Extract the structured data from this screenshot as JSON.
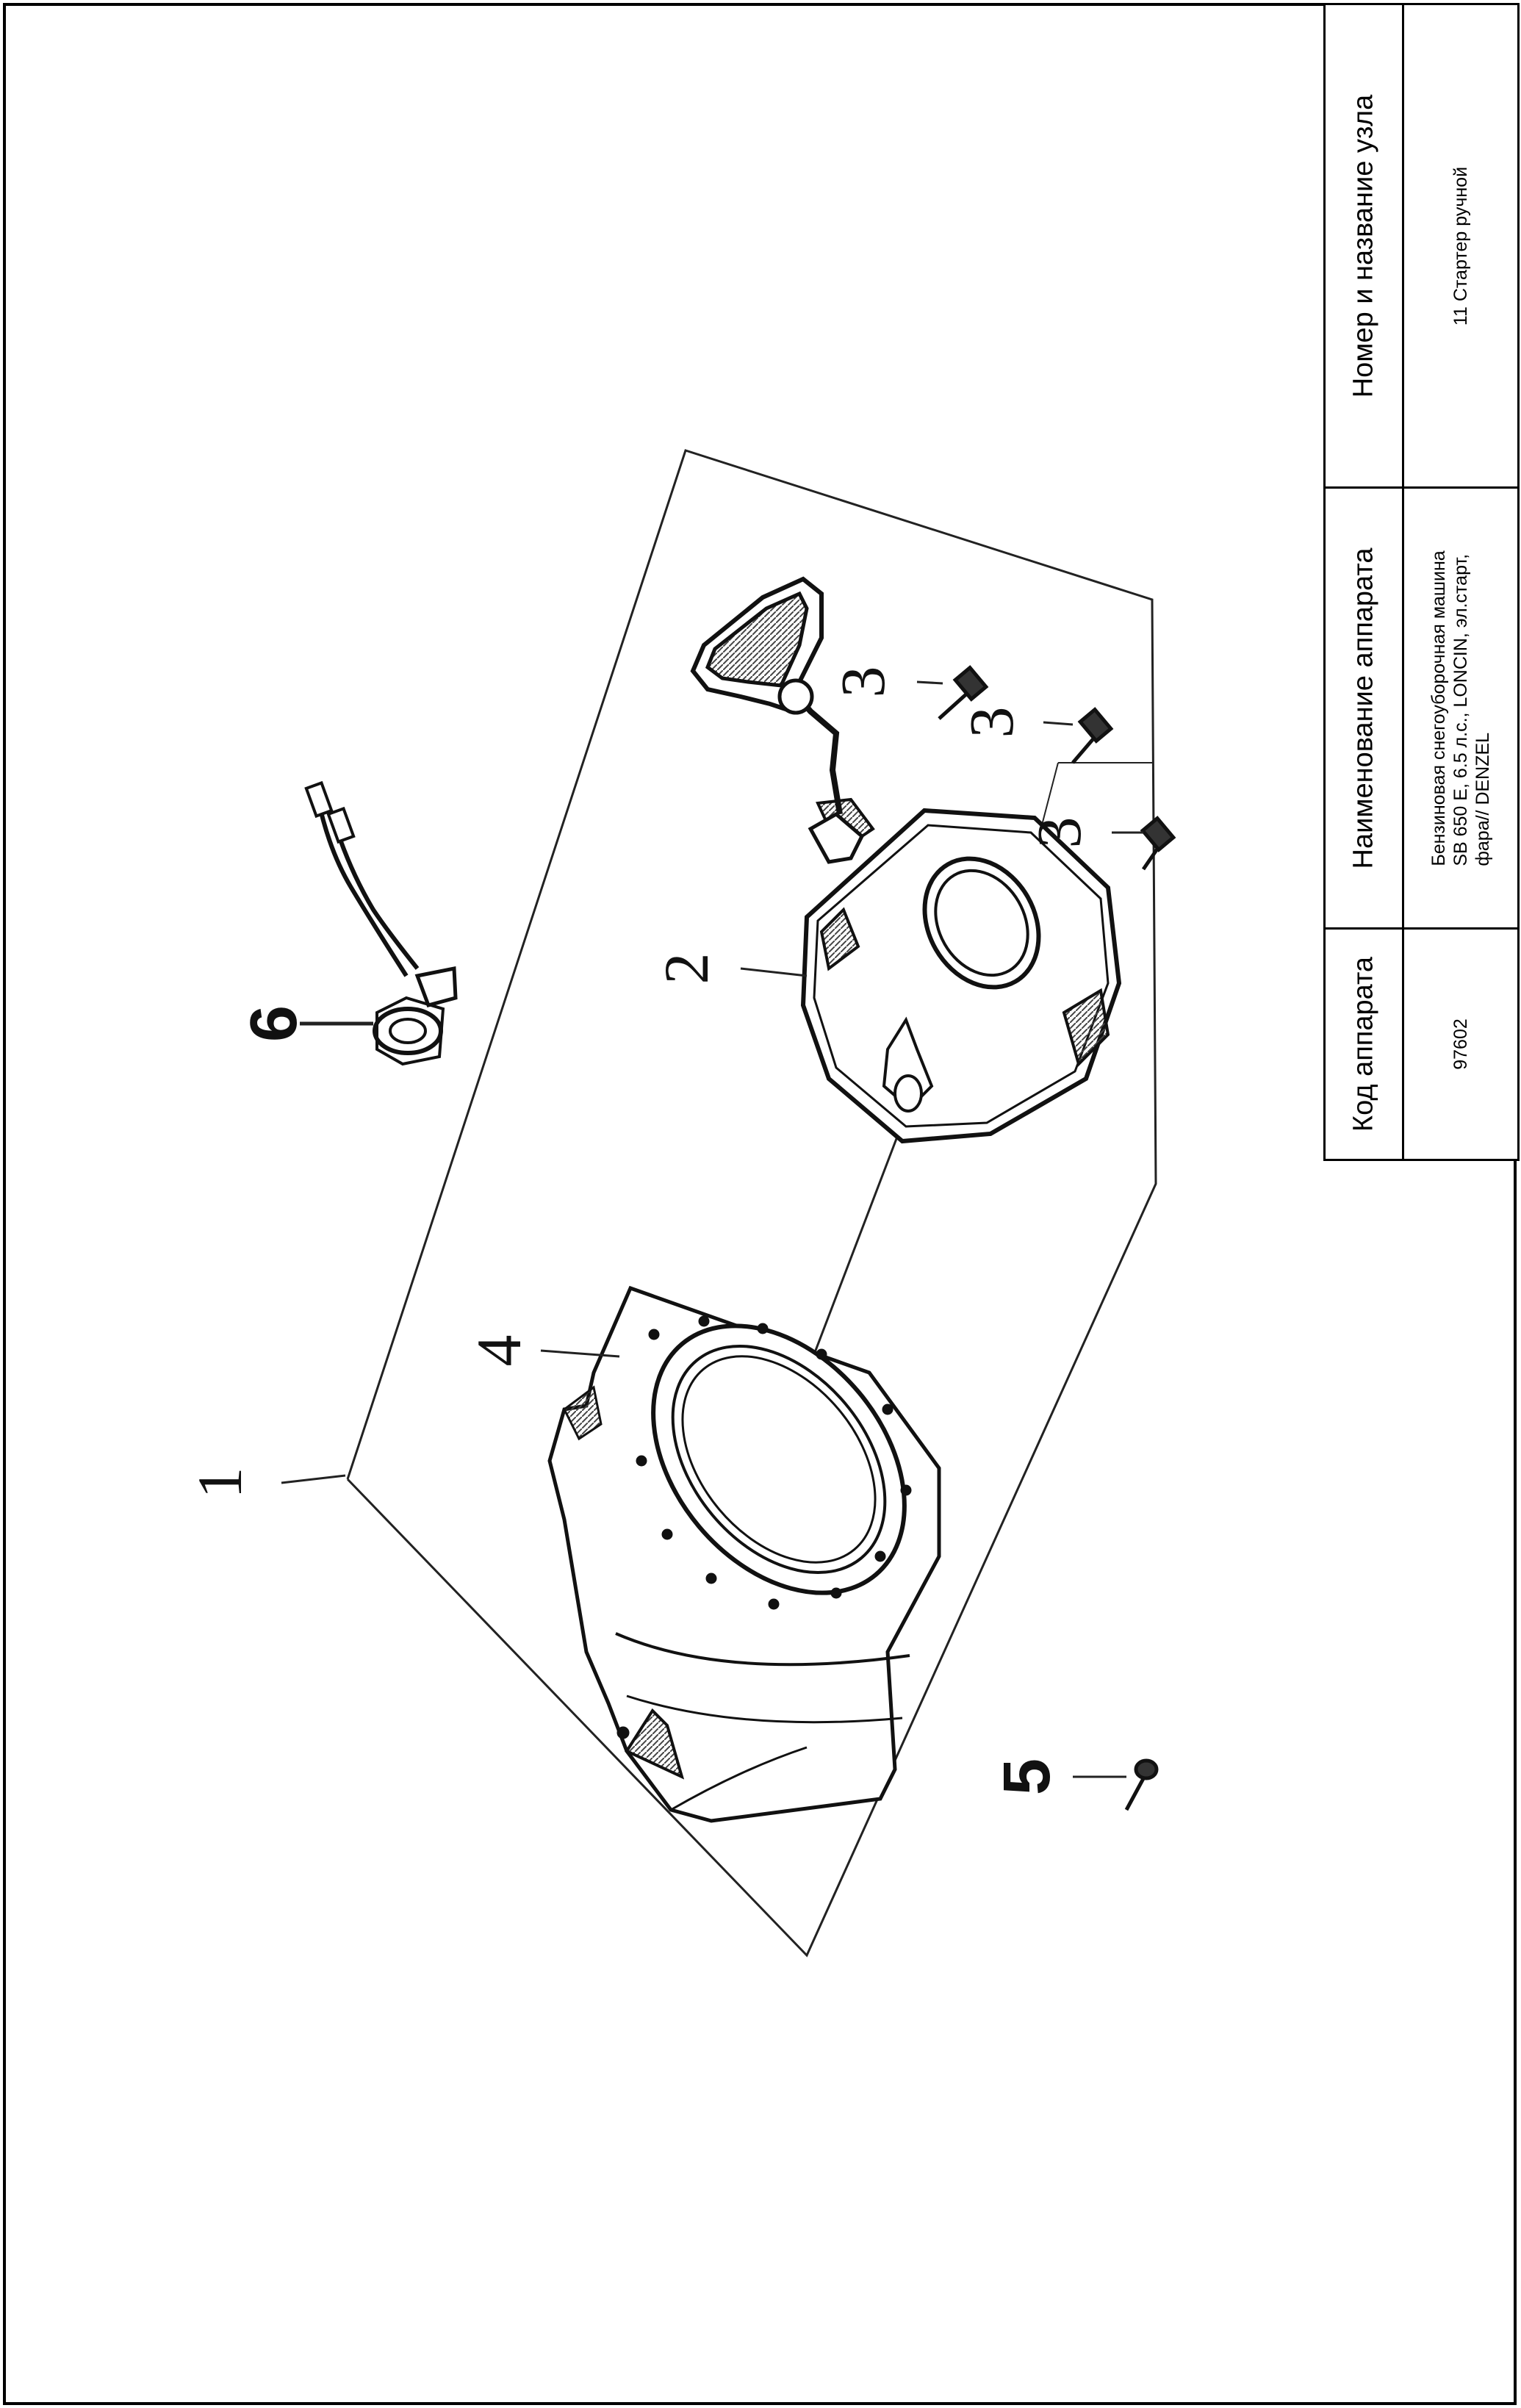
{
  "title_block": {
    "headers": {
      "node": "Номер и название узла",
      "apparatus": "Наименование аппарата",
      "code": "Код аппарата"
    },
    "values": {
      "node": "11 Стартер ручной",
      "apparatus_lines": [
        "Бензиновая снегоуборочная машина",
        "SB 650 E, 6.5 л.с., LONCIN, эл.старт,",
        "фара// DENZEL"
      ],
      "code": "97602"
    }
  },
  "diagram": {
    "callouts": {
      "c1": "1",
      "c2": "2",
      "c3a": "3",
      "c3b": "3",
      "c3c": "3",
      "c4": "4",
      "c5": "5",
      "c6": "6"
    }
  }
}
